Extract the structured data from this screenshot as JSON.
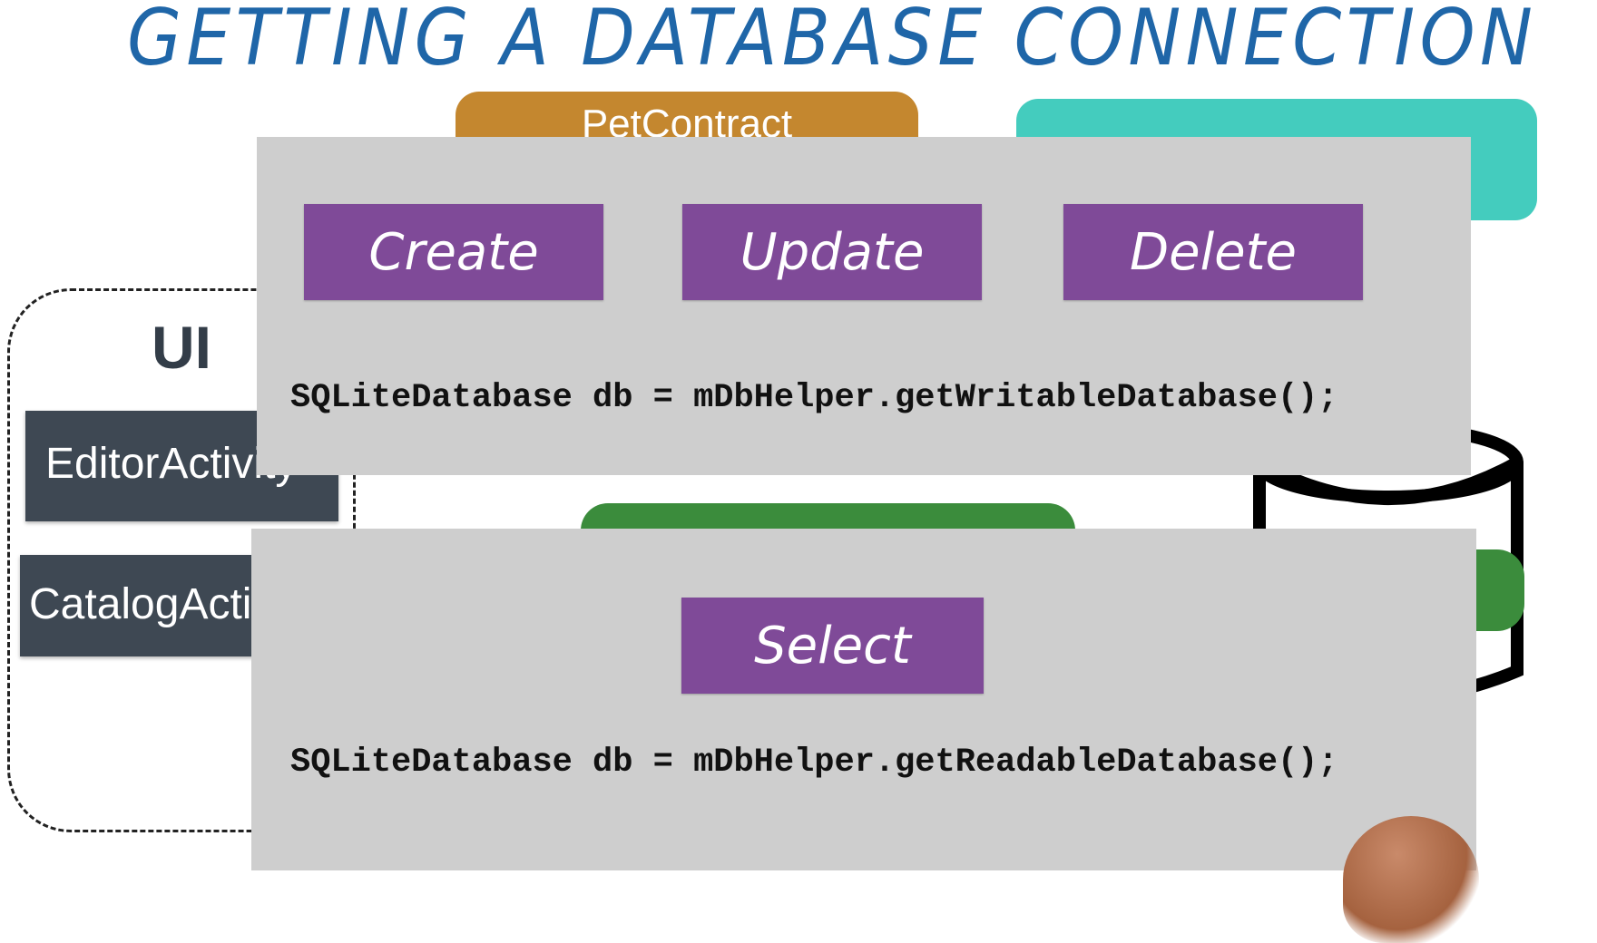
{
  "title": "GETTING A DATABASE CONNECTION",
  "background_diagram": {
    "contract_label": "PetContract",
    "ui_label": "UI",
    "activities": [
      "EditorActivity",
      "CatalogActivity"
    ]
  },
  "panel_write": {
    "buttons": [
      "Create",
      "Update",
      "Delete"
    ],
    "code": "SQLiteDatabase db = mDbHelper.getWritableDatabase();"
  },
  "panel_read": {
    "buttons": [
      "Select"
    ],
    "code": "SQLiteDatabase db = mDbHelper.getReadableDatabase();"
  },
  "colors": {
    "title": "#1f66a8",
    "button": "#7f4a98",
    "panel": "#cecece",
    "contract": "#c4872f",
    "teal": "#44ccbe",
    "green": "#3b8c3c",
    "activity": "#3e4853"
  }
}
